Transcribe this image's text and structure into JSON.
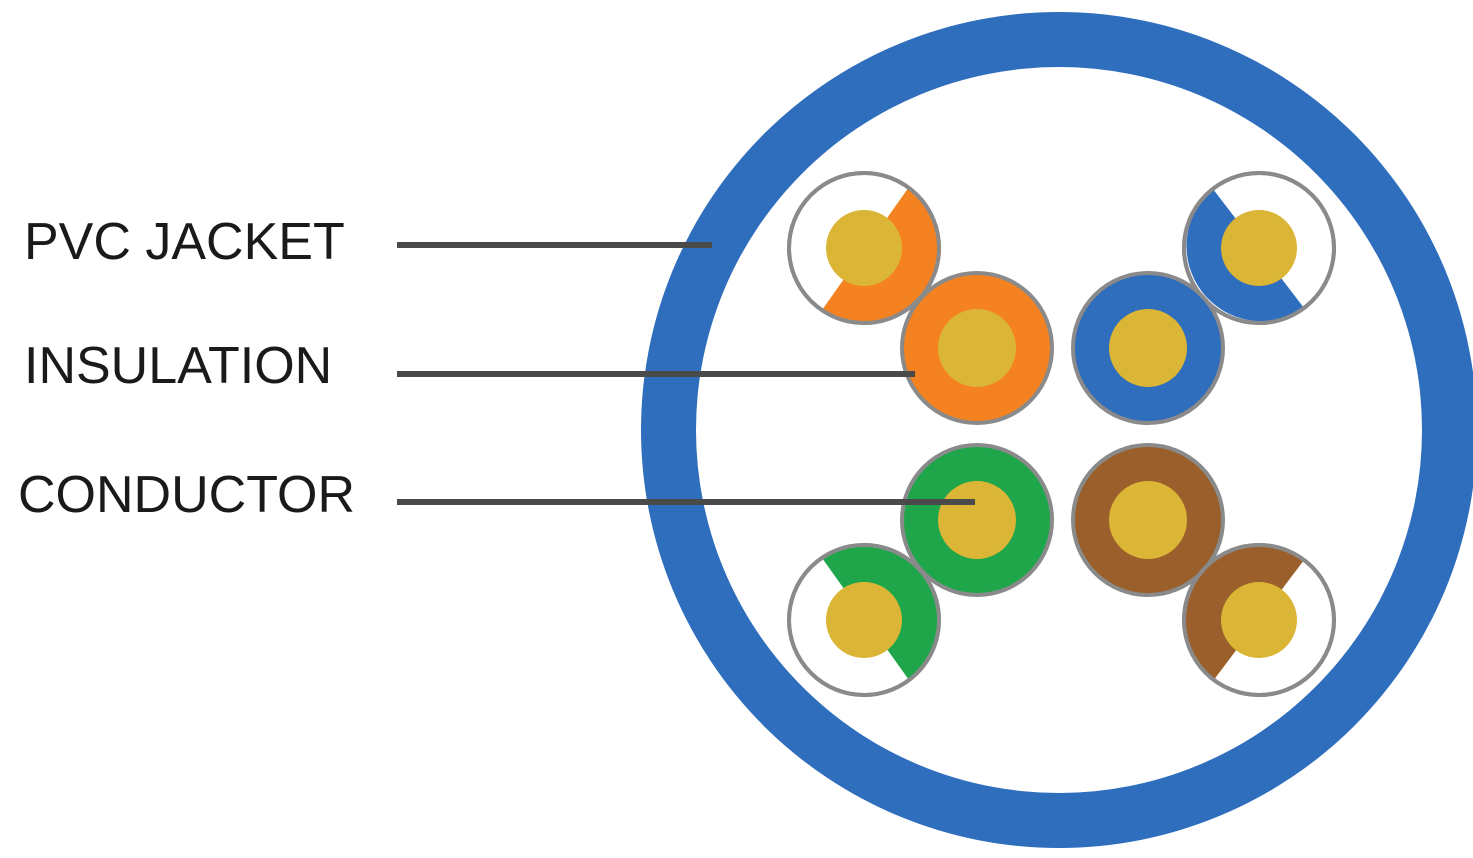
{
  "labels": {
    "jacket": "PVC JACKET",
    "insulation": "INSULATION",
    "conductor": "CONDUCTOR"
  },
  "colors": {
    "background": "#ffffff",
    "jacket": "#2f6dbd",
    "cable_interior": "#ffffff",
    "conductor": "#dbb535",
    "insulation_outline": "#8a8a8a",
    "leader_line": "#4a4a4a",
    "label_text": "#1a1a1a",
    "pair_orange": "#f58220",
    "pair_blue": "#2f6dbd",
    "pair_green": "#1fa64a",
    "pair_brown": "#9a5f2a",
    "stripe_white": "#ffffff"
  },
  "pairs": [
    {
      "name": "orange",
      "color_key": "pair_orange"
    },
    {
      "name": "blue",
      "color_key": "pair_blue"
    },
    {
      "name": "green",
      "color_key": "pair_green"
    },
    {
      "name": "brown",
      "color_key": "pair_brown"
    }
  ]
}
